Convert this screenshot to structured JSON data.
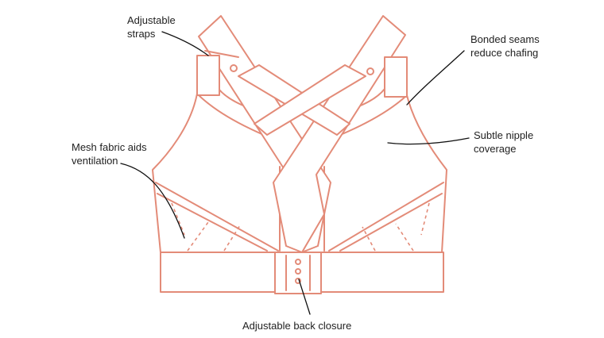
{
  "labels": {
    "adjustable_straps": [
      "Adjustable",
      "straps"
    ],
    "bonded_seams": [
      "Bonded seams",
      "reduce chafing"
    ],
    "subtle_coverage": [
      "Subtle nipple",
      "coverage"
    ],
    "mesh_fabric": [
      "Mesh fabric aids",
      "ventilation"
    ],
    "back_closure": [
      "Adjustable back closure"
    ]
  },
  "colors": {
    "outline": "#e38b78",
    "text": "#222222",
    "leader": "#111111",
    "background": "#ffffff"
  },
  "closure": {
    "hook_count": 3
  }
}
